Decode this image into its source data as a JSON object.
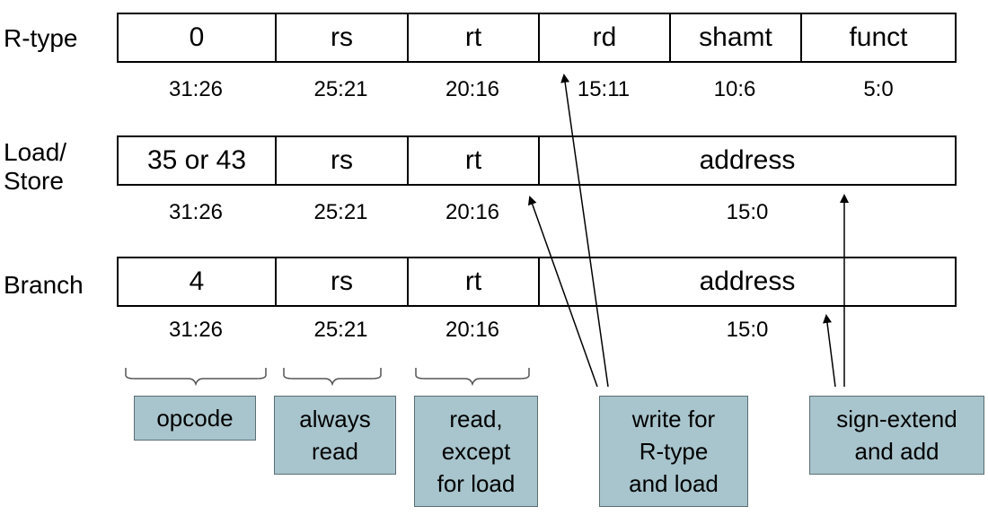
{
  "rows": [
    {
      "label": "R-type",
      "fields": [
        "0",
        "rs",
        "rt",
        "rd",
        "shamt",
        "funct"
      ],
      "bits": [
        "31:26",
        "25:21",
        "20:16",
        "15:11",
        "10:6",
        "5:0"
      ]
    },
    {
      "label": "Load/\nStore",
      "fields": [
        "35 or 43",
        "rs",
        "rt",
        "address"
      ],
      "bits": [
        "31:26",
        "25:21",
        "20:16",
        "15:0"
      ]
    },
    {
      "label": "Branch",
      "fields": [
        "4",
        "rs",
        "rt",
        "address"
      ],
      "bits": [
        "31:26",
        "25:21",
        "20:16",
        "15:0"
      ]
    }
  ],
  "callouts": [
    "opcode",
    "always\nread",
    "read,\nexcept\nfor load",
    "write for\nR-type\nand load",
    "sign-extend\nand add"
  ],
  "colors": {
    "callout_fill": "#a8c4cc",
    "line": "#000000"
  }
}
